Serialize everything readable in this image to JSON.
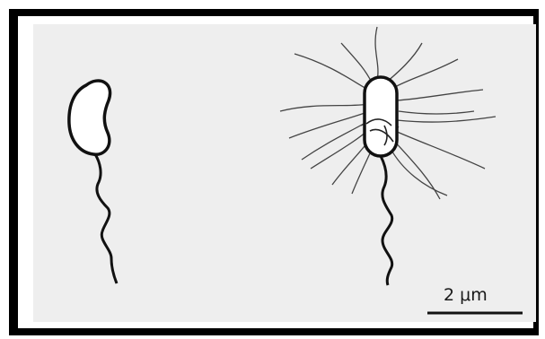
{
  "figure": {
    "scale_bar_label": "2 μm",
    "colors": {
      "outer_background": "#ffffff",
      "panel_background": "#eeeeee",
      "ink": "#111111",
      "frame": "#000000",
      "fimbriae": "#444444"
    },
    "cells": [
      {
        "name": "polar-flagellated-curved-bacterium"
      },
      {
        "name": "polar-flagellated-rod-bacterium-with-fimbriae"
      }
    ]
  }
}
